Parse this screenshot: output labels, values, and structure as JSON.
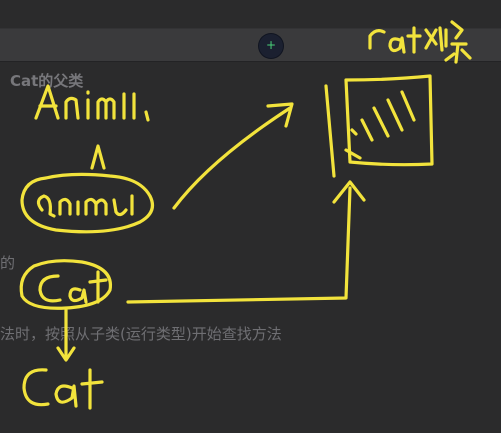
{
  "slide": {
    "heading": "Cat的父类",
    "fragment_de": "的",
    "bottom_line": "法时，按照从子类(运行类型)开始查找方法"
  },
  "ink_colors": {
    "annotation": "#f2e33c",
    "cursor": "#4ad27a"
  },
  "cursor": {
    "icon": "crosshair-cursor-icon",
    "glyph": "+"
  }
}
